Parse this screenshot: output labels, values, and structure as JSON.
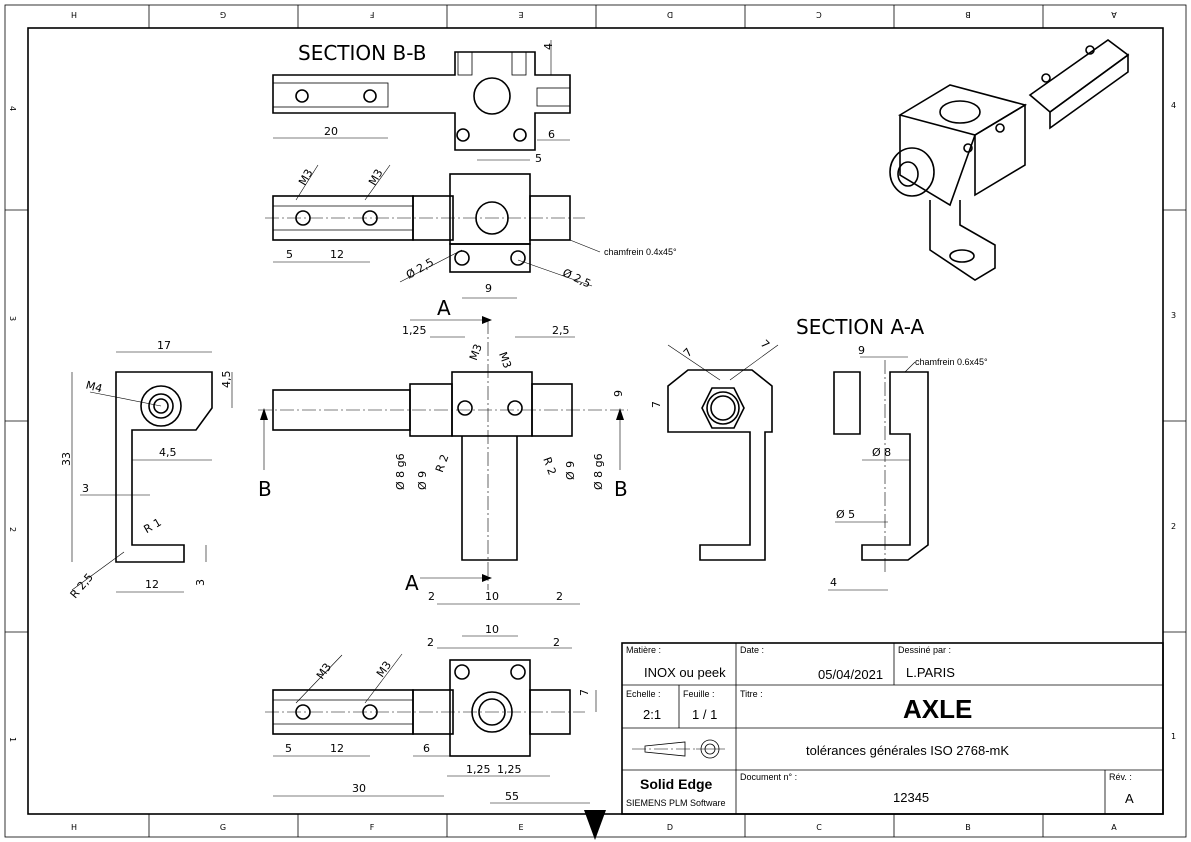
{
  "zones": {
    "cols": [
      "H",
      "G",
      "F",
      "E",
      "D",
      "C",
      "B",
      "A"
    ],
    "rows": [
      "4",
      "3",
      "2",
      "1"
    ]
  },
  "views": {
    "section_bb": "SECTION B-B",
    "section_aa": "SECTION A-A"
  },
  "labels": {
    "A_top": "A",
    "A_bottom": "A",
    "B_left": "B",
    "B_right": "B"
  },
  "dims": {
    "bb_20": "20",
    "bb_6": "6",
    "bb_4": "4",
    "top_5": "5",
    "top_m3a": "M3",
    "top_m3b": "M3",
    "top_5b": "5",
    "top_12": "12",
    "top_phi25a": "Ø 2,5",
    "top_phi25b": "Ø 2,5",
    "top_chamfer": "chamfrein 0.4x45°",
    "front_9": "9",
    "front_125": "1,25",
    "front_25": "2,5",
    "front_m3a": "M3",
    "front_m3b": "M3",
    "front_6": "6",
    "front_r2a": "R 2",
    "front_r2b": "R 2",
    "front_phi8a": "Ø 8 g6",
    "front_phi9a": "Ø 9",
    "front_phi9b": "Ø 9",
    "front_phi8b": "Ø 8 g6",
    "front_2a": "2",
    "front_10": "10",
    "front_2b": "2",
    "left_17": "17",
    "left_m4": "M4",
    "left_45a": "4,5",
    "left_45b": "4,5",
    "left_33": "33",
    "left_3a": "3",
    "left_r1": "R 1",
    "left_r25": "R 2,5",
    "left_12": "12",
    "left_3b": "3",
    "side_7a": "7",
    "side_7b": "7",
    "side_7c": "7",
    "aa_9": "9",
    "aa_chamfer": "chamfrein 0.6x45°",
    "aa_phi8": "Ø 8",
    "aa_phi5": "Ø 5",
    "aa_4": "4",
    "bot_2a": "2",
    "bot_10": "10",
    "bot_2b": "2",
    "bot_m3a": "M3",
    "bot_m3b": "M3",
    "bot_7": "7",
    "bot_5": "5",
    "bot_12": "12",
    "bot_6": "6",
    "bot_125a": "1,25",
    "bot_125b": "1,25",
    "bot_30": "30",
    "bot_55": "55"
  },
  "title_block": {
    "matiere_label": "Matière :",
    "matiere_value": "INOX ou peek",
    "date_label": "Date :",
    "date_value": "05/04/2021",
    "dessine_label": "Dessiné par :",
    "dessine_value": "L.PARIS",
    "echelle_label": "Echelle :",
    "echelle_value": "2:1",
    "feuille_label": "Feuille :",
    "feuille_value": "1 / 1",
    "titre_label": "Titre :",
    "titre_value": "AXLE",
    "tolerances": "tolérances générales  ISO 2768-mK",
    "brand": "Solid Edge",
    "brand_sub": "SIEMENS PLM Software",
    "document_label": "Document n° :",
    "document_value": "12345",
    "rev_label": "Rév. :",
    "rev_value": "A"
  }
}
